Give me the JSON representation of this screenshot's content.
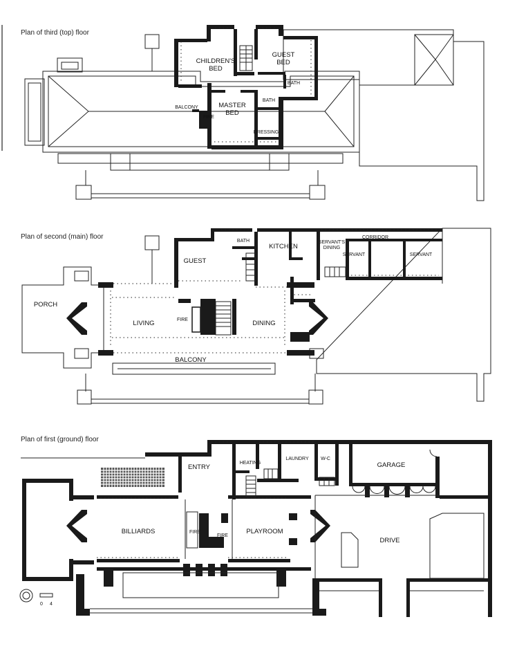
{
  "plans": {
    "top": {
      "title": "Plan of third (top) floor",
      "rooms": {
        "childrens_bed_1": "CHILDREN'S",
        "childrens_bed_2": "BED",
        "guest_bed_1": "GUEST",
        "guest_bed_2": "BED",
        "master_bed_1": "MASTER",
        "master_bed_2": "BED",
        "bath_a": "BATH",
        "bath_b": "BATH",
        "balcony": "BALCONY",
        "fire": "FIRE",
        "dressing": "DRESSING"
      }
    },
    "main": {
      "title": "Plan of second (main) floor",
      "rooms": {
        "bath": "BATH",
        "kitchen": "KITCHEN",
        "servants_dining_1": "SERVANT'S",
        "servants_dining_2": "DINING",
        "corridor": "CORRIDOR",
        "servant_a": "SERVANT",
        "servant_b": "SERVANT",
        "guest": "GUEST",
        "porch": "PORCH",
        "living": "LIVING",
        "fire": "FIRE",
        "dining": "DINING",
        "balcony": "BALCONY"
      }
    },
    "ground": {
      "title": "Plan of first (ground) floor",
      "rooms": {
        "entry": "ENTRY",
        "heating": "HEATING",
        "laundry": "LAUNDRY",
        "wc": "W-C",
        "garage": "GARAGE",
        "billiards": "BILLIARDS",
        "fire_a": "FIRE",
        "fire_b": "FIRE",
        "playroom": "PLAYROOM",
        "drive": "DRIVE"
      },
      "scale": {
        "start": "0",
        "end": "4"
      }
    }
  }
}
